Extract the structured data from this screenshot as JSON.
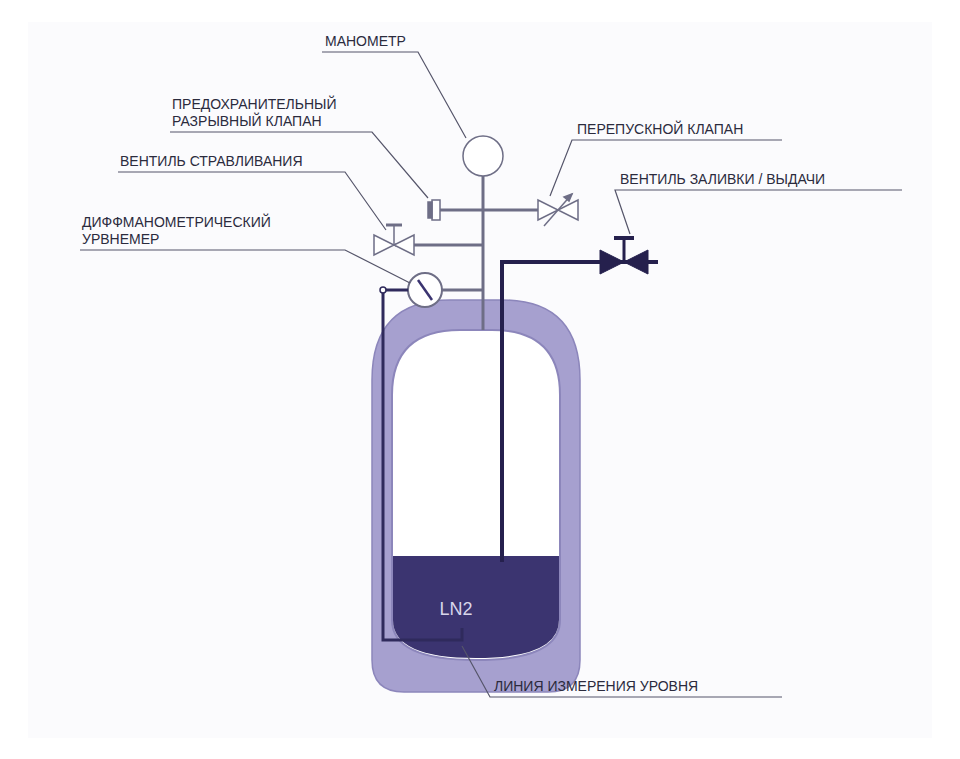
{
  "diagram": {
    "labels": [
      "МАНОМЕТР",
      "ПРЕДОХРАНИТЕЛЬНЫЙ РАЗРЫВНЫЙ КЛАПАН",
      "ПЕРЕПУСКНОЙ КЛАПАН",
      "ВЕНТИЛЬ ЗАЛИВКИ / ВЫДАЧИ",
      "ВЕНТИЛЬ СТРАВЛИВАНИЯ",
      "ДИФФМАНОМЕТРИЧЕСКИЙ УРВНЕМЕР",
      "LN2",
      "ЛИНИЯ ИЗМЕРЕНИЯ УРОВНЯ"
    ]
  }
}
